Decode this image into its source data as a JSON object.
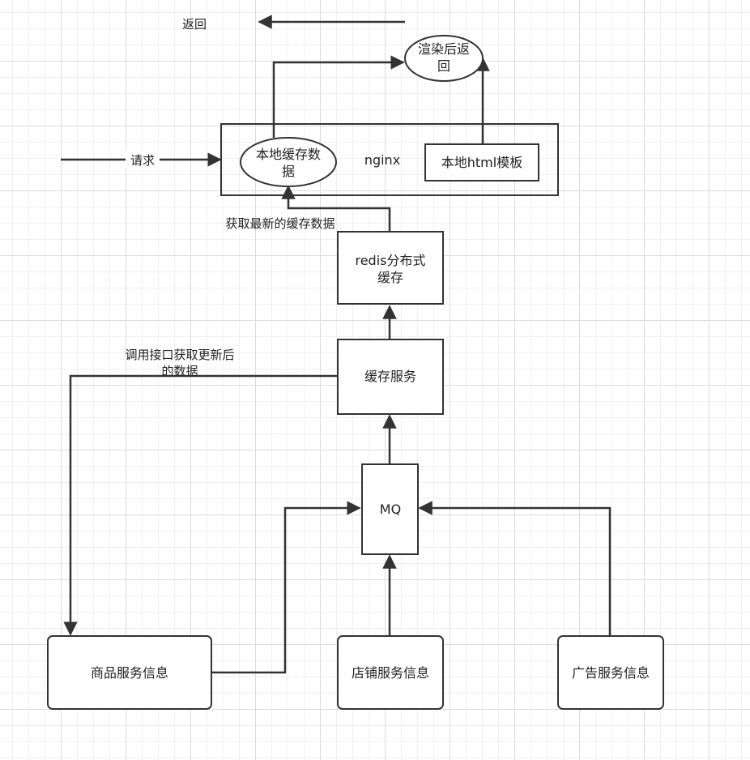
{
  "nodes": {
    "return_label": "返回",
    "render_return": [
      "渲染后返",
      "回"
    ],
    "local_cache": [
      "本地缓存数",
      "据"
    ],
    "nginx": "nginx",
    "local_html_template": "本地html模板",
    "request_label": "请求",
    "fetch_latest_label": "获取最新的缓存数据",
    "redis": [
      "redis分布式",
      "缓存"
    ],
    "cache_service": "缓存服务",
    "call_api_label": [
      "调用接口获取更新后",
      "的数据"
    ],
    "mq": "MQ",
    "product_service": "商品服务信息",
    "store_service": "店铺服务信息",
    "ad_service": "广告服务信息"
  },
  "colors": {
    "stroke": "#333333",
    "fill": "#ffffff",
    "text": "#222222"
  }
}
